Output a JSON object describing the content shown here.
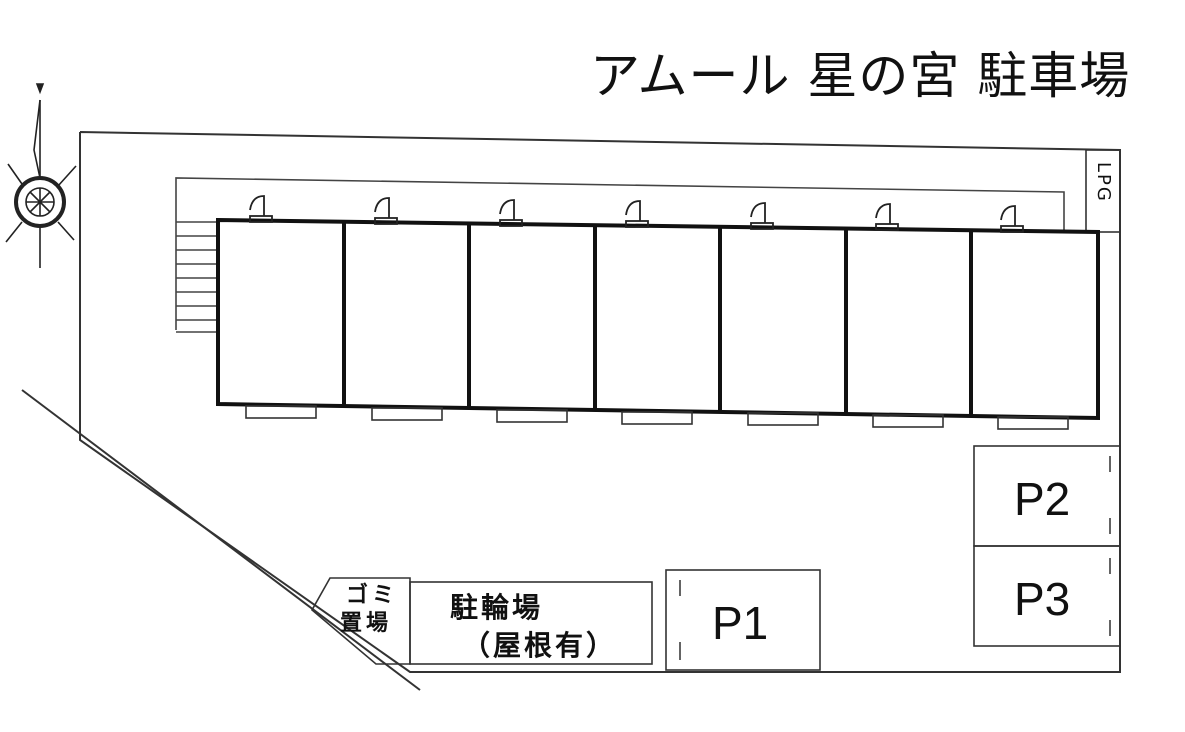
{
  "title": "アムール 星の宮 駐車場",
  "lpg_label": "LPG",
  "trash_area": {
    "line1": "ゴミ",
    "line2": "置場"
  },
  "bicycle_parking": {
    "line1": "駐輪場",
    "line2": "（屋根有）"
  },
  "parking_spaces": [
    {
      "label": "P1"
    },
    {
      "label": "P2"
    },
    {
      "label": "P3"
    }
  ],
  "units_count_visible": 7,
  "icons": [
    "compass-icon",
    "door-swing-icon"
  ]
}
